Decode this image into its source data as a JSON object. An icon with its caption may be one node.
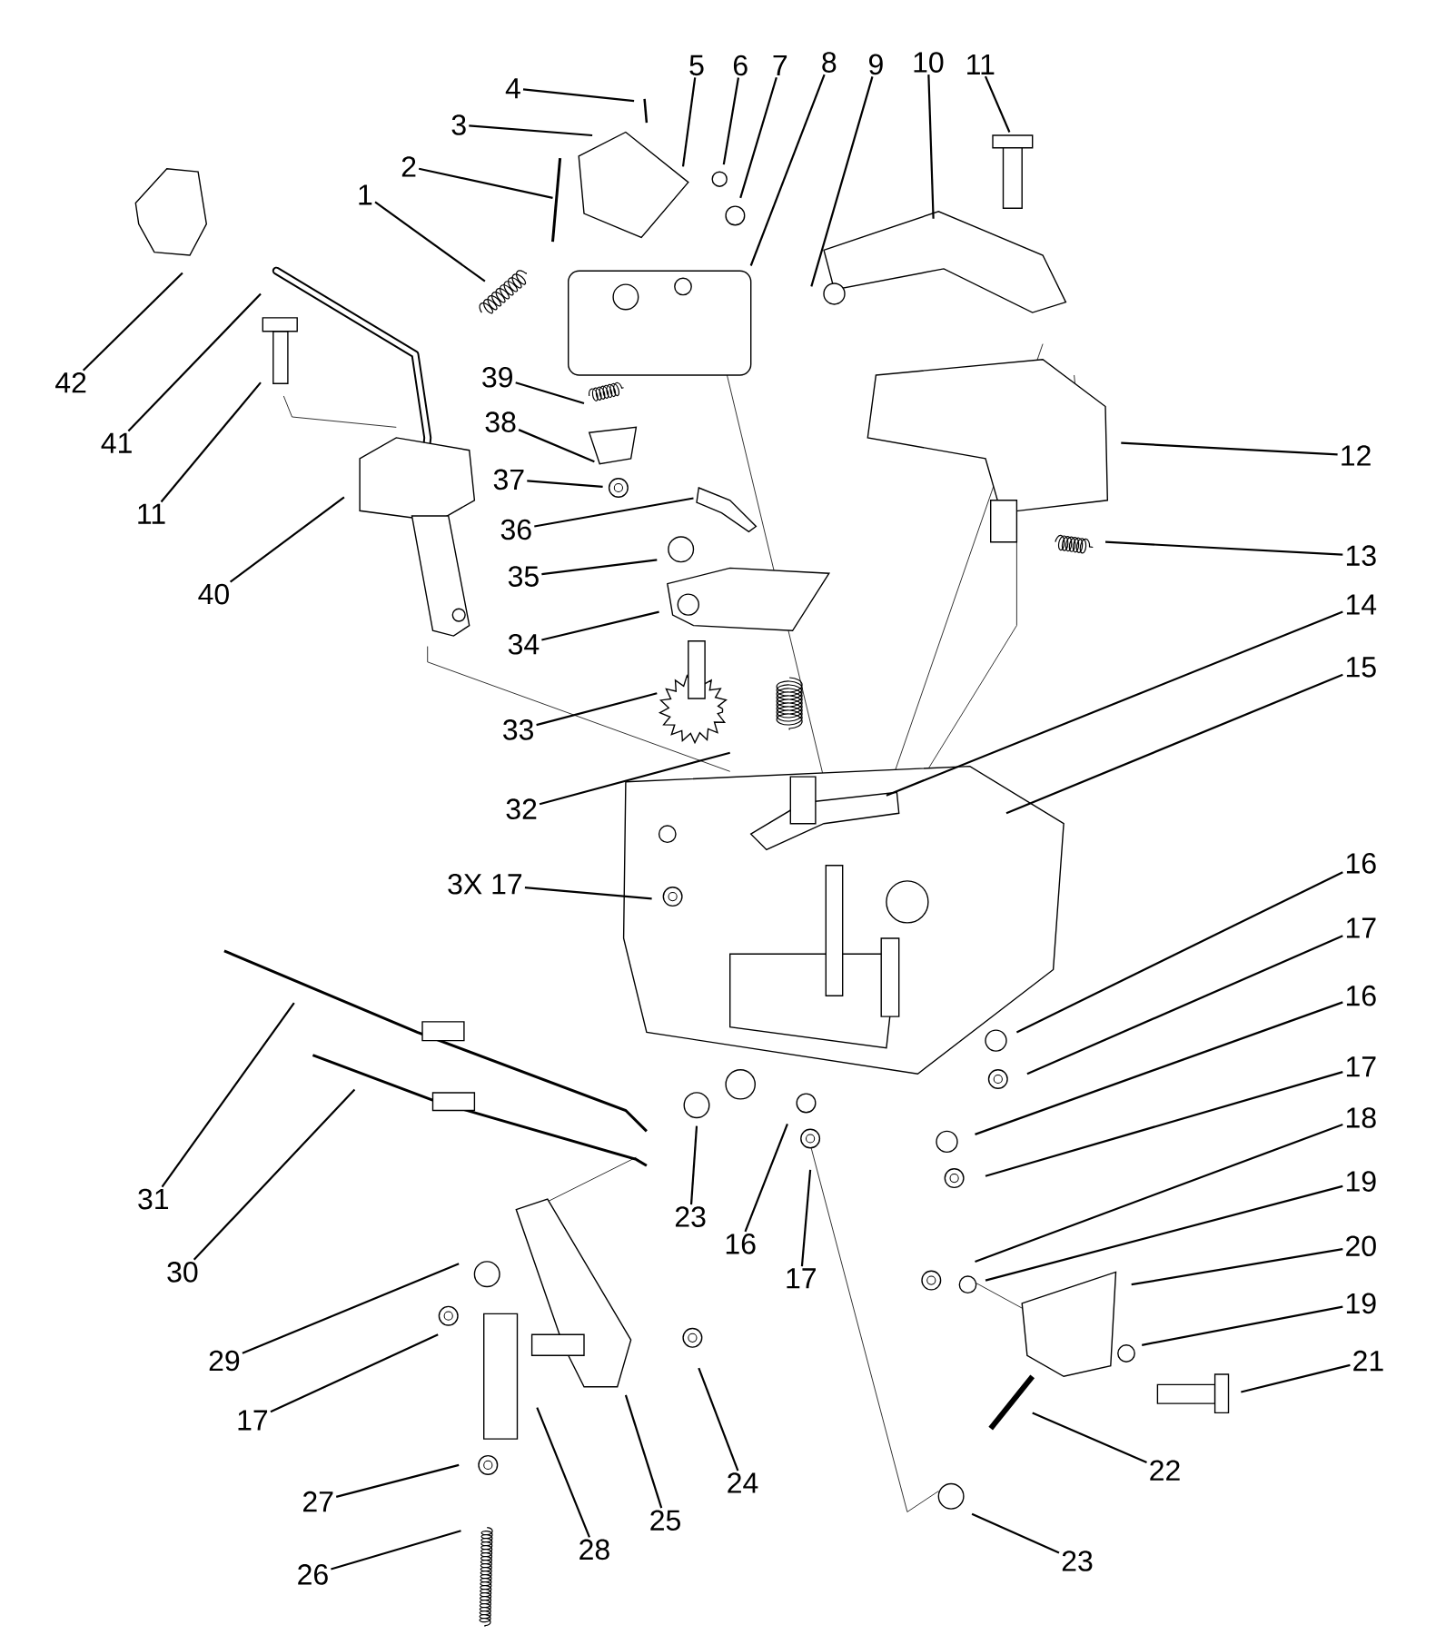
{
  "diagram": {
    "nodes": [
      {
        "text": [
          "1"
        ]
      },
      {
        "text": [
          "2"
        ]
      },
      {
        "text": [
          "3"
        ]
      },
      {
        "text": [
          "4"
        ]
      },
      {
        "text": [
          "5"
        ]
      },
      {
        "text": [
          "6"
        ]
      },
      {
        "text": [
          "7"
        ]
      },
      {
        "text": [
          "8"
        ]
      },
      {
        "text": [
          "9"
        ]
      },
      {
        "text": [
          "10"
        ]
      },
      {
        "text": [
          "11"
        ]
      },
      {
        "text": [
          "12"
        ]
      },
      {
        "text": [
          "13"
        ]
      },
      {
        "text": [
          "14"
        ]
      },
      {
        "text": [
          "15"
        ]
      },
      {
        "text": [
          "16"
        ]
      },
      {
        "text": [
          "17"
        ]
      },
      {
        "text": [
          "16"
        ]
      },
      {
        "text": [
          "17"
        ]
      },
      {
        "text": [
          "18"
        ]
      },
      {
        "text": [
          "19"
        ]
      },
      {
        "text": [
          "20"
        ]
      },
      {
        "text": [
          "19"
        ]
      },
      {
        "text": [
          "21"
        ]
      },
      {
        "text": [
          "22"
        ]
      },
      {
        "text": [
          "23"
        ]
      },
      {
        "text": [
          "24"
        ]
      },
      {
        "text": [
          "25"
        ]
      },
      {
        "text": [
          "26"
        ]
      },
      {
        "text": [
          "27"
        ]
      },
      {
        "text": [
          "28"
        ]
      },
      {
        "text": [
          "17"
        ]
      },
      {
        "text": [
          "29"
        ]
      },
      {
        "text": [
          "30"
        ]
      },
      {
        "text": [
          "31"
        ]
      },
      {
        "text": [
          "23"
        ]
      },
      {
        "text": [
          "16"
        ]
      },
      {
        "text": [
          "17"
        ]
      },
      {
        "text": [
          "3X 17"
        ]
      },
      {
        "text": [
          "32"
        ]
      },
      {
        "text": [
          "33"
        ]
      },
      {
        "text": [
          "34"
        ]
      },
      {
        "text": [
          "35"
        ]
      },
      {
        "text": [
          "36"
        ]
      },
      {
        "text": [
          "37"
        ]
      },
      {
        "text": [
          "38"
        ]
      },
      {
        "text": [
          "39"
        ]
      },
      {
        "text": [
          "40"
        ]
      },
      {
        "text": [
          "11"
        ]
      },
      {
        "text": [
          "41"
        ]
      },
      {
        "text": [
          "42"
        ]
      }
    ],
    "edges": [
      {
        "from": 0,
        "to": null,
        "arrow": "none"
      },
      {
        "from": 1,
        "to": null,
        "arrow": "none"
      },
      {
        "from": 2,
        "to": null,
        "arrow": "none"
      },
      {
        "from": 3,
        "to": null,
        "arrow": "none"
      },
      {
        "from": 4,
        "to": null,
        "arrow": "none"
      },
      {
        "from": 5,
        "to": null,
        "arrow": "none"
      },
      {
        "from": 6,
        "to": null,
        "arrow": "none"
      },
      {
        "from": 7,
        "to": null,
        "arrow": "none"
      },
      {
        "from": 8,
        "to": null,
        "arrow": "none"
      },
      {
        "from": 9,
        "to": null,
        "arrow": "none"
      },
      {
        "from": 10,
        "to": null,
        "arrow": "none"
      },
      {
        "from": 11,
        "to": null,
        "arrow": "none"
      },
      {
        "from": 12,
        "to": null,
        "arrow": "none"
      },
      {
        "from": 13,
        "to": null,
        "arrow": "none"
      },
      {
        "from": 14,
        "to": null,
        "arrow": "none"
      },
      {
        "from": 15,
        "to": null,
        "arrow": "none"
      },
      {
        "from": 16,
        "to": null,
        "arrow": "none"
      },
      {
        "from": 17,
        "to": null,
        "arrow": "none"
      },
      {
        "from": 18,
        "to": null,
        "arrow": "none"
      },
      {
        "from": 19,
        "to": null,
        "arrow": "none"
      },
      {
        "from": 20,
        "to": null,
        "arrow": "none"
      },
      {
        "from": 21,
        "to": null,
        "arrow": "none"
      },
      {
        "from": 22,
        "to": null,
        "arrow": "none"
      },
      {
        "from": 23,
        "to": null,
        "arrow": "none"
      },
      {
        "from": 24,
        "to": null,
        "arrow": "none"
      },
      {
        "from": 25,
        "to": null,
        "arrow": "none"
      },
      {
        "from": 26,
        "to": null,
        "arrow": "none"
      },
      {
        "from": 27,
        "to": null,
        "arrow": "none"
      },
      {
        "from": 28,
        "to": null,
        "arrow": "none"
      },
      {
        "from": 29,
        "to": null,
        "arrow": "none"
      },
      {
        "from": 30,
        "to": null,
        "arrow": "none"
      },
      {
        "from": 31,
        "to": null,
        "arrow": "none"
      },
      {
        "from": 32,
        "to": null,
        "arrow": "none"
      },
      {
        "from": 33,
        "to": null,
        "arrow": "none"
      },
      {
        "from": 34,
        "to": null,
        "arrow": "none"
      },
      {
        "from": 35,
        "to": null,
        "arrow": "none"
      },
      {
        "from": 36,
        "to": null,
        "arrow": "none"
      },
      {
        "from": 37,
        "to": null,
        "arrow": "none"
      },
      {
        "from": 38,
        "to": null,
        "arrow": "none"
      },
      {
        "from": 39,
        "to": null,
        "arrow": "none"
      },
      {
        "from": 40,
        "to": null,
        "arrow": "none"
      },
      {
        "from": 41,
        "to": null,
        "arrow": "none"
      },
      {
        "from": 42,
        "to": null,
        "arrow": "none"
      },
      {
        "from": 43,
        "to": null,
        "arrow": "none"
      },
      {
        "from": 44,
        "to": null,
        "arrow": "none"
      },
      {
        "from": 45,
        "to": null,
        "arrow": "none"
      },
      {
        "from": 46,
        "to": null,
        "arrow": "none"
      },
      {
        "from": 47,
        "to": null,
        "arrow": "none"
      },
      {
        "from": 48,
        "to": null,
        "arrow": "none"
      },
      {
        "from": 49,
        "to": null,
        "arrow": "none"
      },
      {
        "from": 50,
        "to": null,
        "arrow": "none"
      }
    ]
  }
}
